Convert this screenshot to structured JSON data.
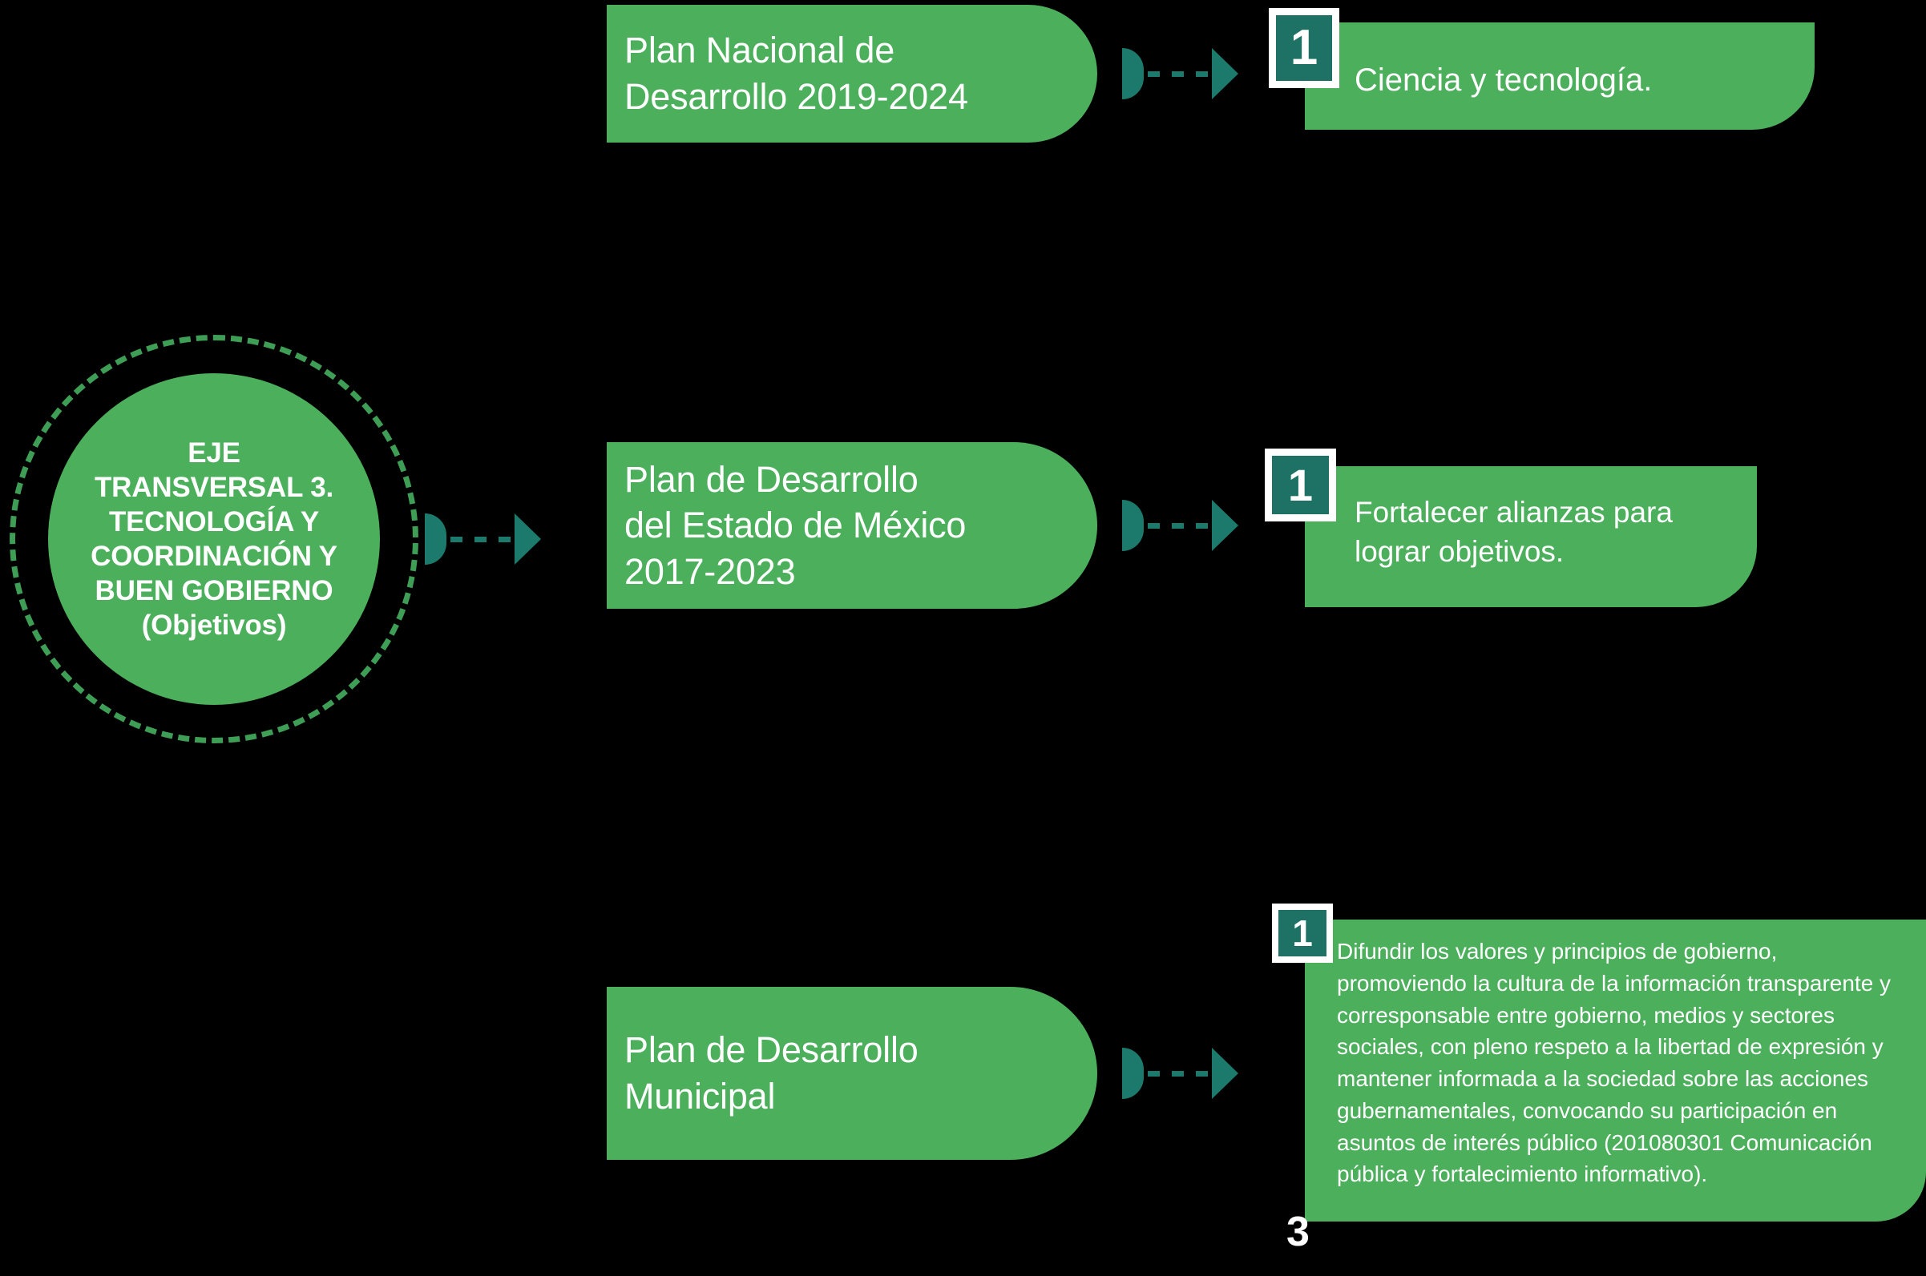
{
  "theme": {
    "background": "#000000",
    "green": "#4CAF5C",
    "teal": "#1B7A6B",
    "badge_teal": "#1D7265",
    "text": "#ffffff",
    "dashed_ring": "#3f9e56"
  },
  "hub": {
    "label": "EJE\nTRANSVERSAL 3.\nTECNOLOGÍA Y\nCOORDINACIÓN Y\nBUEN GOBIERNO\n(Objetivos)"
  },
  "rows": [
    {
      "source_label": "Plan Nacional de\nDesarrollo 2019-2024",
      "badge_number": "1",
      "target_label": "Ciencia y tecnología."
    },
    {
      "source_label": "Plan de Desarrollo\ndel Estado de México\n2017-2023",
      "badge_number": "1",
      "target_label": "Fortalecer alianzas para\nlograr objetivos."
    },
    {
      "source_label": "Plan de Desarrollo\nMunicipal",
      "badge_number": "1",
      "target_label": "Difundir los valores y principios de gobierno, promoviendo la cultura de la información transparente y corresponsable entre gobierno, medios y sectores sociales, con pleno respeto a la libertad de expresión y mantener informada a la sociedad sobre las acciones gubernamentales, convocando su participación en asuntos de interés público (201080301 Comunicación pública y fortalecimiento informativo)."
    }
  ],
  "page_number": "3"
}
